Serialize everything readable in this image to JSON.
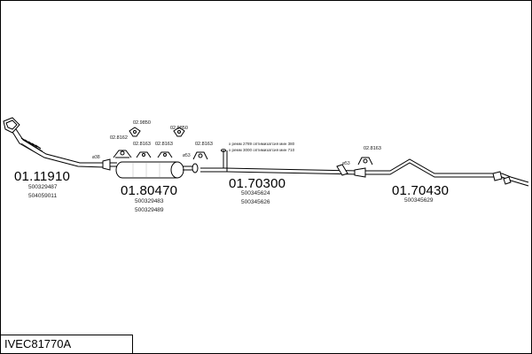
{
  "kit_code": "IVEC81770A",
  "parts": [
    {
      "number": "01.11910",
      "refs": [
        "500329487",
        "504059011"
      ]
    },
    {
      "number": "01.80470",
      "refs": [
        "500329483",
        "500329489"
      ]
    },
    {
      "number": "01.70300",
      "refs": [
        "500345624",
        "500345626"
      ]
    },
    {
      "number": "01.70430",
      "refs": [
        "500345629"
      ]
    }
  ],
  "clamps": [
    "02.9850",
    "02.9850",
    "02.8162",
    "02.8163",
    "02.8163",
    "02.8163",
    "02.8163"
  ],
  "diameters": [
    "ø38",
    "ø53",
    "ø53"
  ],
  "notes": [
    "x ремм 2789 оптимизатсия мин 380",
    "x ремм 3000 оптимизатсия мин 710"
  ]
}
